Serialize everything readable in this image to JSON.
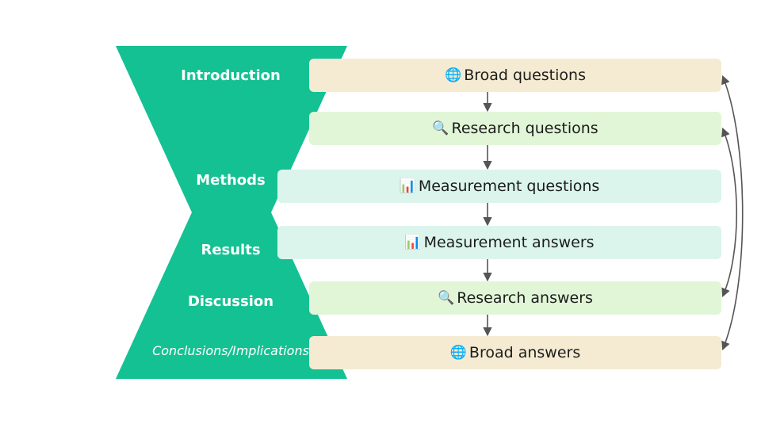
{
  "diagram": {
    "colors": {
      "hourglass": "#14c193",
      "broad": "#f4ebd2",
      "research": "#e1f6d6",
      "measurement": "#dbf5ec",
      "arrow": "#555555"
    },
    "sections": [
      {
        "label": "Introduction",
        "style": "bold"
      },
      {
        "label": "Methods",
        "style": "bold"
      },
      {
        "label": "Results",
        "style": "bold"
      },
      {
        "label": "Discussion",
        "style": "bold"
      },
      {
        "label": "Conclusions/Implications",
        "style": "italic"
      }
    ],
    "rows": [
      {
        "icon": "globe-icon",
        "emoji": "🌐",
        "text": "Broad questions",
        "kind": "broad"
      },
      {
        "icon": "magnifier-icon",
        "emoji": "🔍",
        "text": "Research questions",
        "kind": "research"
      },
      {
        "icon": "bar-chart-icon",
        "emoji": "📊",
        "text": "Measurement questions",
        "kind": "measurement"
      },
      {
        "icon": "bar-chart-icon",
        "emoji": "📊",
        "text": "Measurement answers",
        "kind": "measurement"
      },
      {
        "icon": "magnifier-icon",
        "emoji": "🔍",
        "text": "Research answers",
        "kind": "research"
      },
      {
        "icon": "globe-icon",
        "emoji": "🌐",
        "text": "Broad answers",
        "kind": "broad"
      }
    ]
  }
}
